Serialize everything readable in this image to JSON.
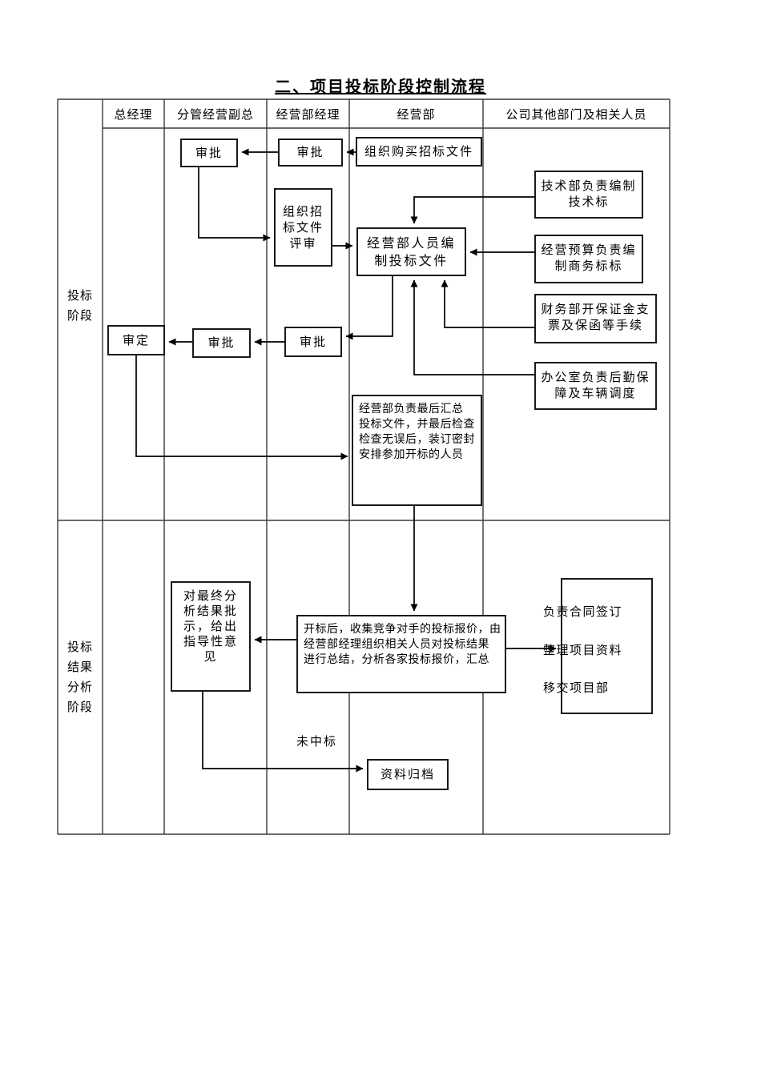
{
  "title": "二、项目投标阶段控制流程",
  "table": {
    "columns": [
      "总经理",
      "分管经营副总",
      "经营部经理",
      "经营部",
      "公司其他部门及相关人员"
    ],
    "stages": [
      {
        "label": "投标\n阶段"
      },
      {
        "label": "投标\n结果\n分析\n阶段"
      }
    ]
  },
  "boxes": {
    "approve_vp_top": "审批",
    "approve_mgr_top": "审批",
    "buy_docs": "组织购买招标文件",
    "review_docs": "组织招\n标文件\n评审",
    "prepare_bid": "经营部人员编\n制投标文件",
    "tech_dept": "技术部负责编制\n技术标",
    "budget_dept": "经营预算负责编\n制商务标标",
    "finance_dept": "财务部开保证金支\n票及保函等手续",
    "office_dept": "办公室负责后勤保\n障及车辆调度",
    "approve_final": "审定",
    "approve_vp2": "审批",
    "approve_mgr2": "审批",
    "collect_box": "经营部负责最后汇总\n投标文件，并最后检查\n检查无误后，装订密封\n安排参加开标的人员",
    "feedback_box": "对最终分\n析结果批\n示，给出\n指导性意\n见",
    "summary_box": "开标后，收集竞争对手的投标报价，由\n经营部经理组织相关人员对投标结果\n进行总结，分析各家投标报价，汇总",
    "contract_box": "负责合同签订\n整理项目资料\n移交项目部",
    "archive_box": "资料归档"
  },
  "labels": {
    "not_winning": "未中标"
  },
  "colors": {
    "line": "#000000",
    "grid": "#3a3a3a",
    "background": "#ffffff"
  }
}
